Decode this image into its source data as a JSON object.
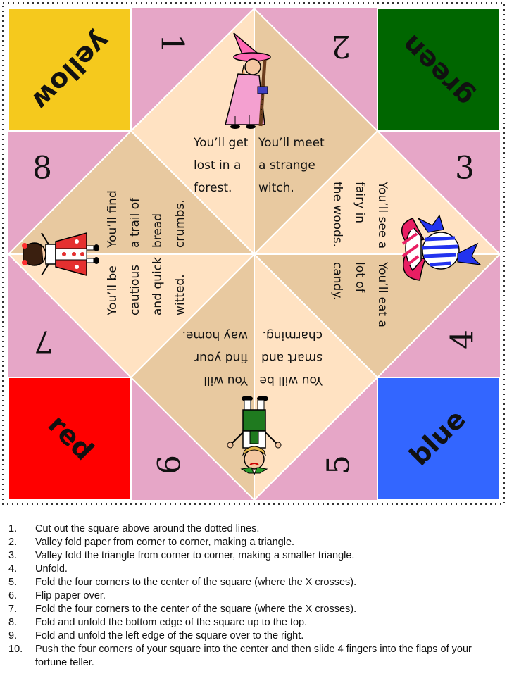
{
  "teller": {
    "colors": [
      {
        "label": "yellow",
        "fill": "#f5c91d"
      },
      {
        "label": "green",
        "fill": "#006600"
      },
      {
        "label": "red",
        "fill": "#ff0000"
      },
      {
        "label": "blue",
        "fill": "#3366ff"
      }
    ],
    "numbers": [
      "1",
      "2",
      "3",
      "4",
      "5",
      "6",
      "7",
      "8"
    ],
    "fortunes": [
      {
        "lines": [
          "You’ll get",
          "lost in a",
          "forest."
        ]
      },
      {
        "lines": [
          "You’ll meet",
          "a strange",
          "witch."
        ]
      },
      {
        "lines": [
          "You’ll see a",
          "fairy in",
          "the woods."
        ]
      },
      {
        "lines": [
          "You’ll eat a",
          "lot of",
          "candy."
        ]
      },
      {
        "lines": [
          "You will be",
          "smart and",
          "charming."
        ]
      },
      {
        "lines": [
          "You will",
          "find your",
          "way home."
        ]
      },
      {
        "lines": [
          "You’ll be",
          "cautious",
          "and quick",
          "witted."
        ]
      },
      {
        "lines": [
          "You’ll find",
          "a trail of",
          "bread",
          "crumbs."
        ]
      }
    ],
    "palette": {
      "pink": "#e6a6c7",
      "peach": "#ffe2c2",
      "tan": "#e8c9a0"
    },
    "pictures": [
      "witch",
      "candy",
      "boy",
      "girl"
    ]
  },
  "instructions": [
    {
      "n": "1.",
      "text": "Cut out the square above around the dotted lines."
    },
    {
      "n": "2.",
      "text": "Valley fold paper from corner to corner, making a triangle."
    },
    {
      "n": "3.",
      "text": "Valley fold the triangle from corner to corner, making a smaller triangle."
    },
    {
      "n": "4.",
      "text": "Unfold."
    },
    {
      "n": "5.",
      "text": "Fold the four corners to the center of the square (where the X crosses)."
    },
    {
      "n": "6.",
      "text": "Flip paper over."
    },
    {
      "n": "7.",
      "text": "Fold the four corners to the center of the square (where the X crosses)."
    },
    {
      "n": "8.",
      "text": "Fold and unfold the bottom edge of the square up to the top."
    },
    {
      "n": "9.",
      "text": "Fold and unfold the left edge of the square over to the right."
    },
    {
      "n": "10.",
      "text": "Push the four corners of your square into the center and then slide 4 fingers into the flaps of your fortune teller."
    }
  ]
}
